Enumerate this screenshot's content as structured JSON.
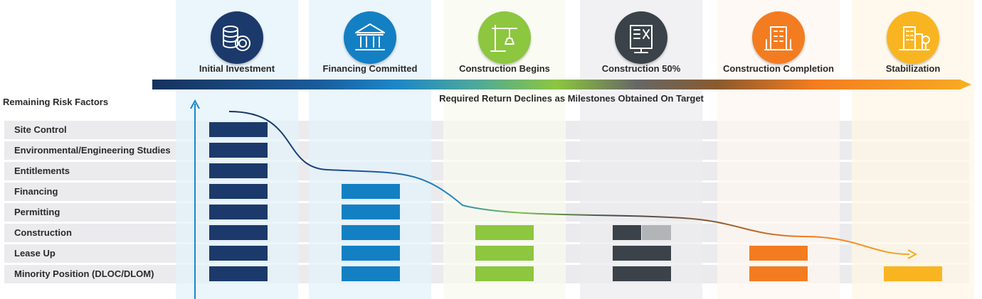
{
  "heading": "Remaining Risk Factors",
  "subtitle": "Required Return Declines as Milestones Obtained On Target",
  "stages": [
    {
      "label": "Initial Investment",
      "icon": "coins-icon",
      "color": "#1b3a6b",
      "bg": "#e2f1fb"
    },
    {
      "label": "Financing Committed",
      "icon": "bank-icon",
      "color": "#1380c4",
      "bg": "#e2f1fb"
    },
    {
      "label": "Construction Begins",
      "icon": "crane-icon",
      "color": "#8dc63f",
      "bg": "#f8fbf0"
    },
    {
      "label": "Construction 50%",
      "icon": "building-frame-icon",
      "color": "#3b4249",
      "bg": "#ececee"
    },
    {
      "label": "Construction Completion",
      "icon": "building-icon",
      "color": "#f47c20",
      "bg": "#fdf6f0"
    },
    {
      "label": "Stabilization",
      "icon": "city-trees-icon",
      "color": "#f9b521",
      "bg": "#fdf6e4"
    }
  ],
  "risk_factors": [
    "Site Control",
    "Environmental/Engineering Studies",
    "Entitlements",
    "Financing",
    "Permitting",
    "Construction",
    "Lease Up",
    "Minority Position (DLOC/DLOM)"
  ],
  "bars": [
    {
      "stage": 0,
      "rows": [
        0,
        1,
        2,
        3,
        4,
        5,
        6,
        7
      ]
    },
    {
      "stage": 1,
      "rows": [
        3,
        4,
        5,
        6,
        7
      ]
    },
    {
      "stage": 2,
      "rows": [
        5,
        6,
        7
      ]
    },
    {
      "stage": 3,
      "rows": [
        5,
        6,
        7
      ],
      "partial": {
        "row": 5,
        "fraction": 0.5,
        "remaining_color": "#b1b5b8"
      }
    },
    {
      "stage": 4,
      "rows": [
        6,
        7
      ]
    },
    {
      "stage": 5,
      "rows": [
        7
      ]
    }
  ]
}
